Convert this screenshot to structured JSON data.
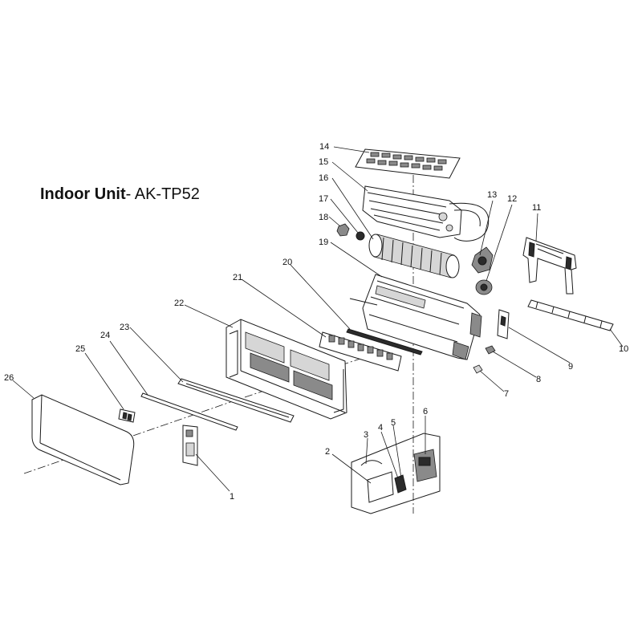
{
  "title": {
    "bold": "Indoor Unit",
    "rest": "- AK-TP52"
  },
  "parts": [
    {
      "n": "1"
    },
    {
      "n": "2"
    },
    {
      "n": "3"
    },
    {
      "n": "4"
    },
    {
      "n": "5"
    },
    {
      "n": "6"
    },
    {
      "n": "7"
    },
    {
      "n": "8"
    },
    {
      "n": "9"
    },
    {
      "n": "10"
    },
    {
      "n": "11"
    },
    {
      "n": "12"
    },
    {
      "n": "13"
    },
    {
      "n": "14"
    },
    {
      "n": "15"
    },
    {
      "n": "16"
    },
    {
      "n": "17"
    },
    {
      "n": "18"
    },
    {
      "n": "19"
    },
    {
      "n": "20"
    },
    {
      "n": "21"
    },
    {
      "n": "22"
    },
    {
      "n": "23"
    },
    {
      "n": "24"
    },
    {
      "n": "25"
    },
    {
      "n": "26"
    }
  ]
}
